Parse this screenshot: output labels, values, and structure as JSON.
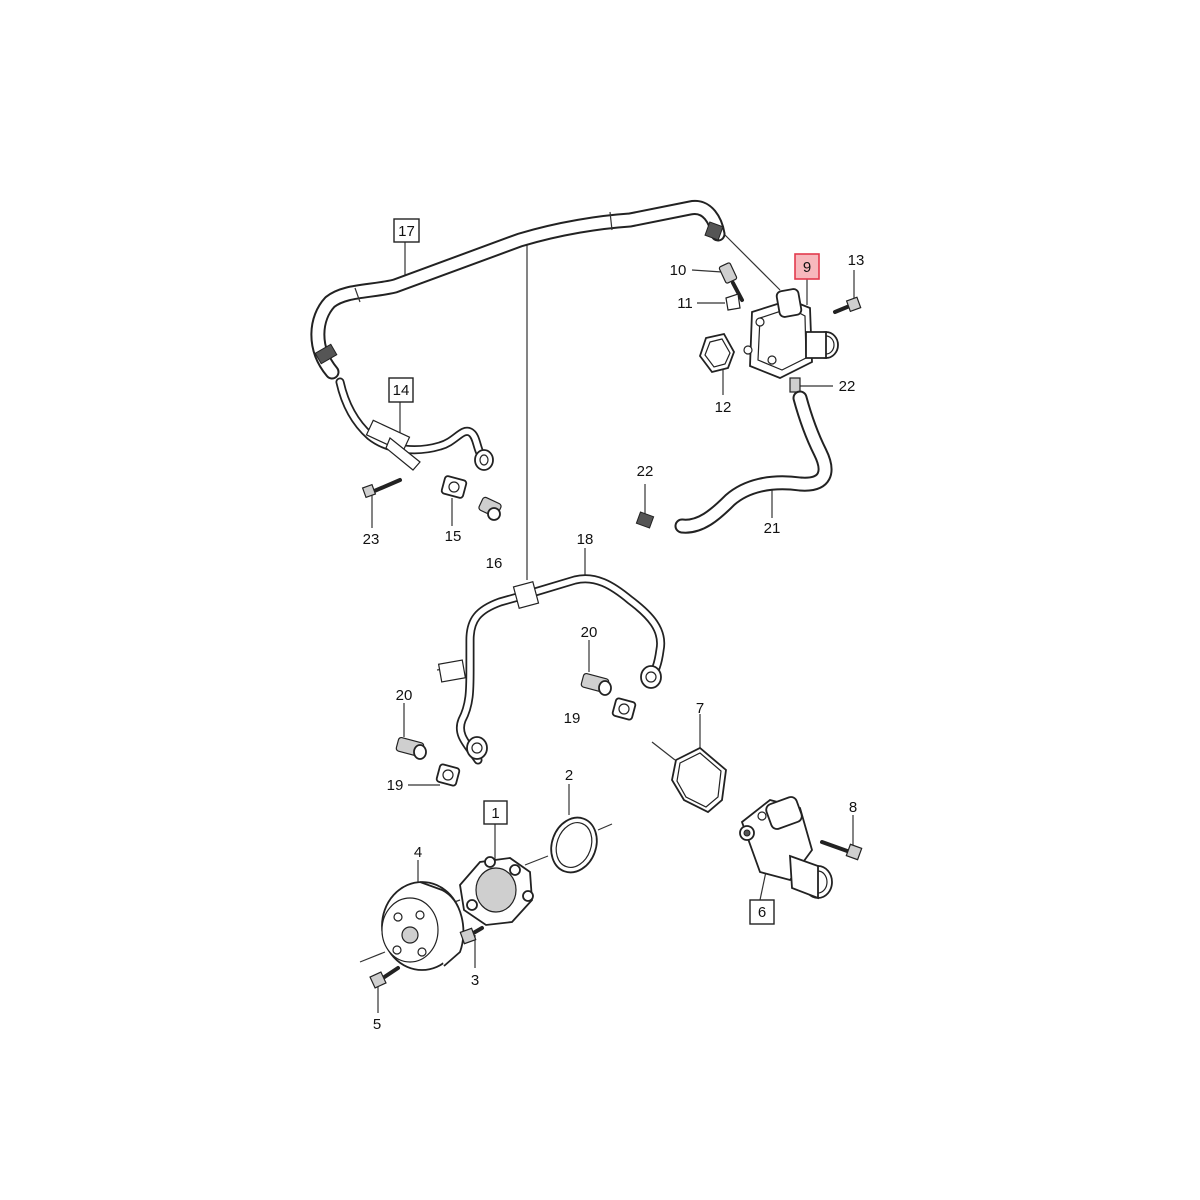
{
  "callouts": {
    "c1": "1",
    "c2": "2",
    "c3": "3",
    "c4": "4",
    "c5": "5",
    "c6": "6",
    "c7": "7",
    "c8": "8",
    "c9": "9",
    "c10": "10",
    "c11": "11",
    "c12": "12",
    "c13": "13",
    "c14": "14",
    "c15": "15",
    "c16": "16",
    "c17": "17",
    "c18": "18",
    "c19a": "19",
    "c19b": "19",
    "c20a": "20",
    "c20b": "20",
    "c21": "21",
    "c22a": "22",
    "c22b": "22",
    "c23": "23"
  },
  "highlight_color": "#e23a4d"
}
